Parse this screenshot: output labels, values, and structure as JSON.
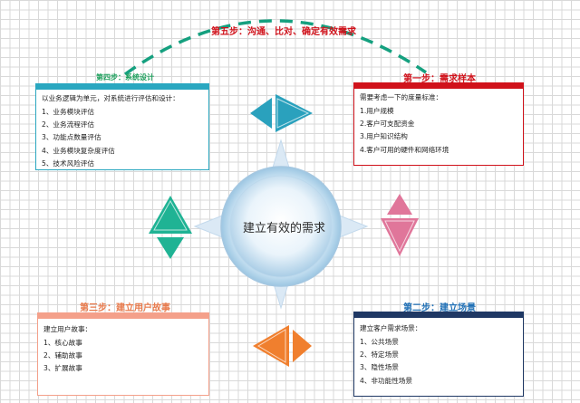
{
  "center": {
    "label": "建立有效的需求"
  },
  "step5": {
    "title": "第五步：沟通、比对、确定有效需求"
  },
  "step1": {
    "title": "第一步：需求样本",
    "intro": "需要考虑一下的度量标准：",
    "items": [
      "1.用户规模",
      "2.客户可支配资金",
      "3.用户知识结构",
      "4.客户可用的硬件和网络环境"
    ],
    "color": "#d0121b"
  },
  "step2": {
    "title": "第二步：建立场景",
    "intro": "建立客户需求场景：",
    "items": [
      "1、公共场景",
      "2、特定场景",
      "3、隐性场景",
      "4、非功能性场景"
    ],
    "color": "#1f3864"
  },
  "step3": {
    "title": "第三步：建立用户故事",
    "intro": "建立用户故事：",
    "items": [
      "1、核心故事",
      "2、辅助故事",
      "3、扩展故事"
    ],
    "color": "#f4a08a"
  },
  "step4": {
    "title": "第四步：系统设计",
    "intro": "以业务逻辑为单元，对系统进行评估和设计：",
    "items": [
      "1、业务模块评估",
      "2、业务流程评估",
      "3、功能点数量评估",
      "4、业务模块复杂度评估",
      "5、技术风险评估"
    ],
    "color": "#2aa7c0"
  },
  "colors": {
    "teal_arrow": "#2aa1bd",
    "pink_arrow": "#e0769a",
    "orange_arrow": "#f07f2e",
    "green_arrow": "#1fb394",
    "dash_arc": "#15a07f"
  }
}
